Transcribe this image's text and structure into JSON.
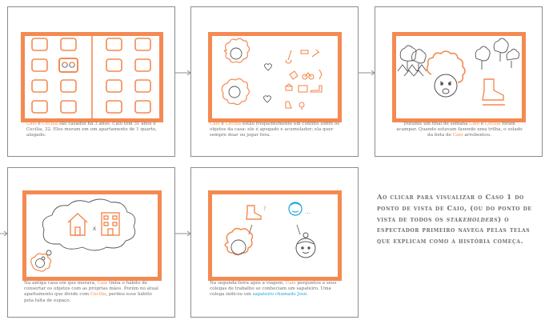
{
  "panel1": {
    "caption": [
      {
        "t": "Caio",
        "c": "o"
      },
      {
        "t": " e ",
        "c": ""
      },
      {
        "t": "Cecília",
        "c": "o"
      },
      {
        "t": " são casados há 3 anos. Caio tem 31 anos e Cecília, 32. Eles moram em um apartamento de 1 quarto, alugado.",
        "c": ""
      }
    ]
  },
  "panel2": {
    "caption": [
      {
        "t": "Caio",
        "c": "o"
      },
      {
        "t": " e ",
        "c": ""
      },
      {
        "t": "Cecília",
        "c": "o"
      },
      {
        "t": " estão frequentemente em conflito sobre os objetos da casa: ele é apegado e acumulador; ela quer sempre doar ou jogar fora.",
        "c": ""
      }
    ]
  },
  "panel3": {
    "caption": [
      {
        "t": "Durante um final de semana ",
        "c": ""
      },
      {
        "t": "Caio",
        "c": "o"
      },
      {
        "t": " e ",
        "c": ""
      },
      {
        "t": "Cecília",
        "c": "o"
      },
      {
        "t": " foram acampar. Quando estavam fazendo uma trilha, o solado da bota de ",
        "c": ""
      },
      {
        "t": "Caio",
        "c": "o"
      },
      {
        "t": " arrebentou.",
        "c": ""
      }
    ]
  },
  "panel4": {
    "x_label": "X",
    "caption": [
      {
        "t": "Na antiga casa em que morava, ",
        "c": ""
      },
      {
        "t": "Caio",
        "c": "o"
      },
      {
        "t": " tinha o hábito de consertar os objetos com as próprias mãos. Porém no atual apartamento que divide com ",
        "c": ""
      },
      {
        "t": "Cecília",
        "c": "o"
      },
      {
        "t": ", perdeu esse hábito pela falta de  espaço.",
        "c": ""
      }
    ]
  },
  "panel5": {
    "question_mark": "?",
    "ellipsis": "...",
    "caption": [
      {
        "t": "Na segunda-feira após a viagem, ",
        "c": ""
      },
      {
        "t": "Caio",
        "c": "o"
      },
      {
        "t": " perguntou a seus colegas de trabalho se conheciam um sapateiro. Uma colega indicou um ",
        "c": ""
      },
      {
        "t": "sapateiro chamado José",
        "c": "b"
      },
      {
        "t": ".",
        "c": ""
      }
    ]
  },
  "side_text": [
    {
      "t": "Ao clicar para visualizar o Caso 1 do ponto de vista de Caio, (ou do ponto de vista de todos os ",
      "i": false
    },
    {
      "t": "stakeholders",
      "i": true
    },
    {
      "t": ") o espectador primeiro navega pelas telas que explicam como a história começa.",
      "i": false
    }
  ],
  "colors": {
    "accent": "#f48a52",
    "blue": "#1ca6d6",
    "border": "#8c8c8c",
    "text": "#6e6e6e"
  }
}
